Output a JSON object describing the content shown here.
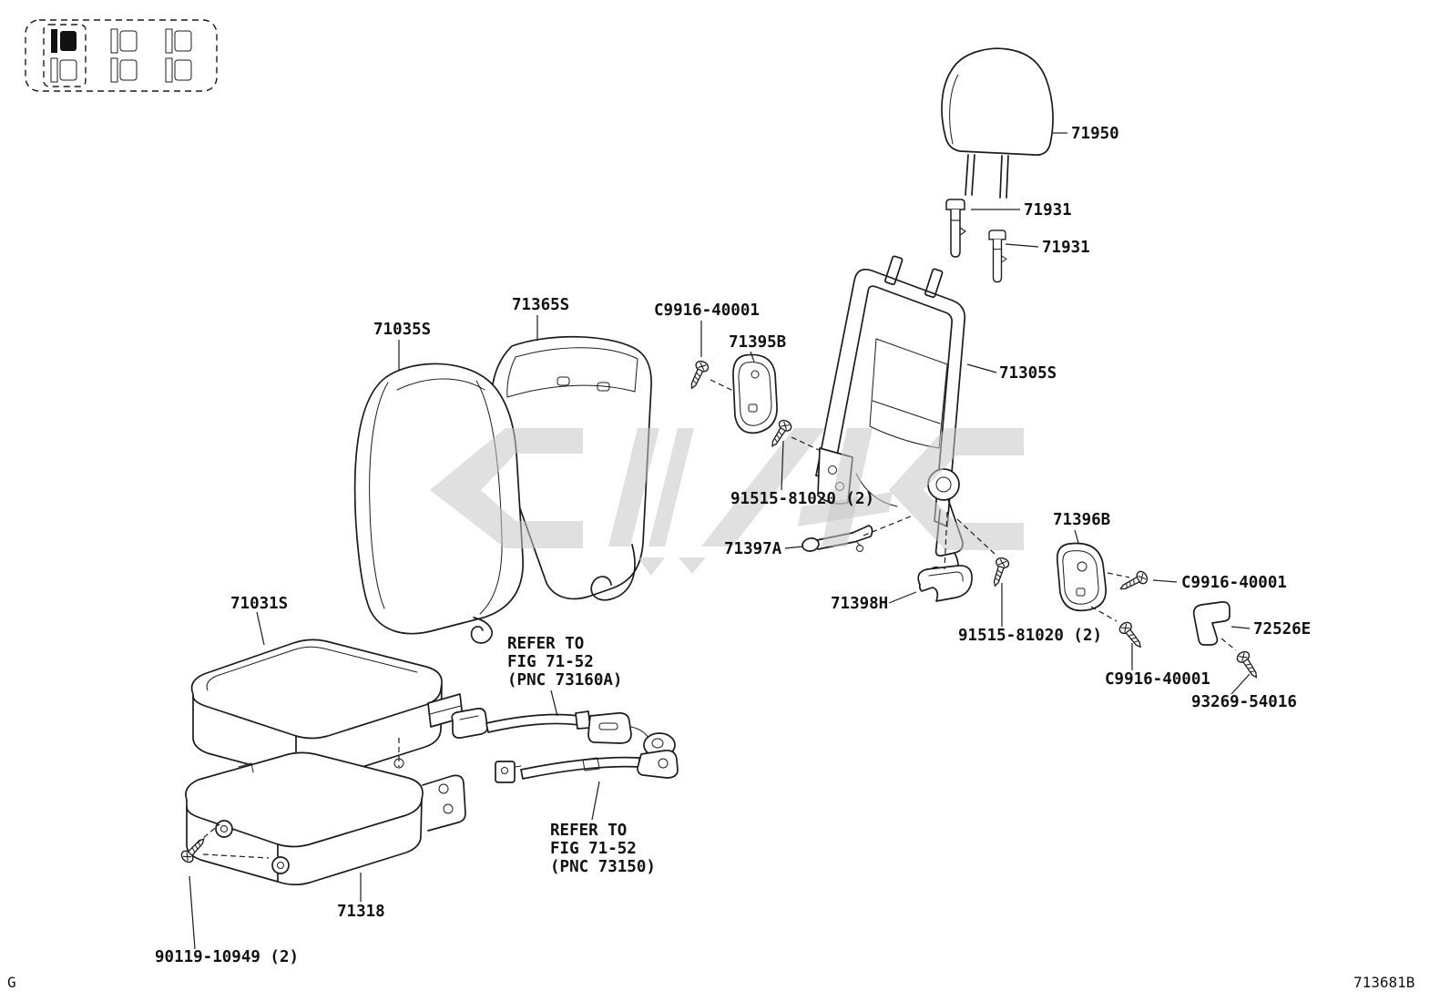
{
  "page": {
    "corner_letter": "G",
    "doc_number": "713681B"
  },
  "callouts": {
    "headrest": "71950",
    "headrest_support_a": "71931",
    "headrest_support_b": "71931",
    "back_board": "71365S",
    "back_cushion": "71035S",
    "screw_c9916_top": "C9916-40001",
    "hinge_cover_left": "71395B",
    "back_frame": "71305S",
    "screw_91515_left": "91515-81020 (2)",
    "lock_lever": "71397A",
    "hinge_cover_right": "71396B",
    "hinge_cover_lower": "71398H",
    "screw_91515_right": "91515-81020 (2)",
    "screw_c9916_right": "C9916-40001",
    "bracket": "72526E",
    "screw_c9916_lower": "C9916-40001",
    "screw_93269": "93269-54016",
    "seat_cushion": "71031S",
    "cushion_frame": "71318",
    "bolt_90119": "90119-10949 (2)"
  },
  "notes": {
    "refer_a_line1": "REFER TO",
    "refer_a_line2": "FIG 71-52",
    "refer_a_line3": "(PNC 73160A)",
    "refer_b_line1": "REFER TO",
    "refer_b_line2": "FIG 71-52",
    "refer_b_line3": "(PNC 73150)"
  }
}
